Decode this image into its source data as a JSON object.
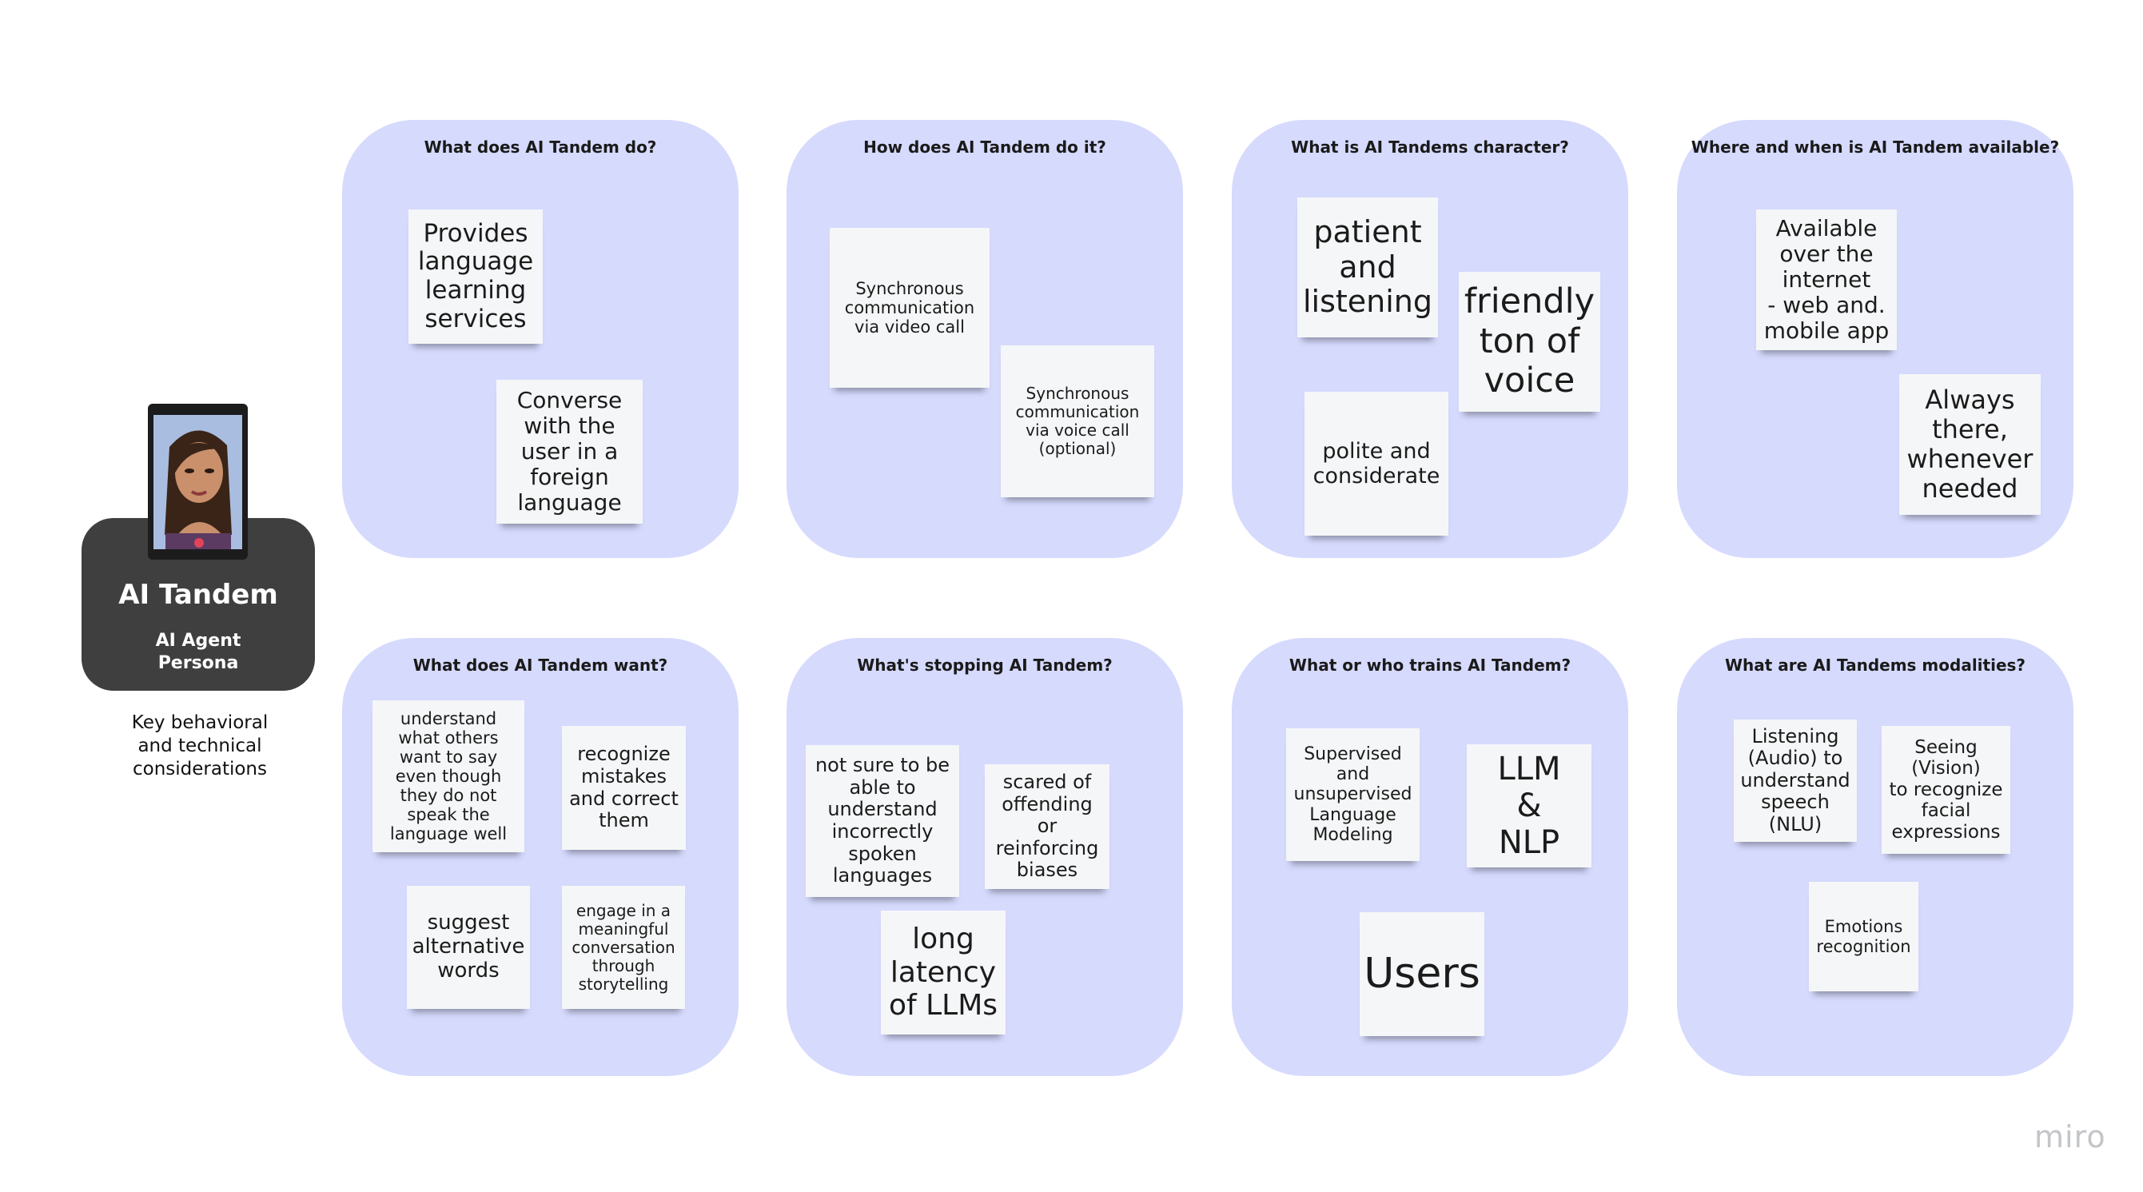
{
  "persona": {
    "name": "AI Tandem",
    "role": "AI Agent\nPersona",
    "note": "Key behavioral\nand technical\nconsiderations"
  },
  "sections": [
    {
      "title": "What does AI Tandem do?",
      "notes": [
        "Provides\nlanguage\nlearning\nservices",
        "Converse\nwith the\nuser in a\nforeign\nlanguage"
      ]
    },
    {
      "title": "How does AI Tandem do it?",
      "notes": [
        "Synchronous\ncommunication\nvia video call",
        "Synchronous\ncommunication\nvia voice call\n(optional)"
      ]
    },
    {
      "title": "What is AI Tandems character?",
      "notes": [
        "patient\nand\nlistening",
        "friendly\nton of\nvoice",
        "polite and\nconsiderate"
      ]
    },
    {
      "title": "Where  and when is AI Tandem available?",
      "notes": [
        "Available\nover the\ninternet\n- web and.\nmobile app",
        "Always\nthere,\nwhenever\nneeded"
      ]
    },
    {
      "title": "What does AI Tandem want?",
      "notes": [
        "understand\nwhat others\nwant to say\neven though\nthey do not\nspeak the\nlanguage well",
        "recognize\nmistakes\nand correct\nthem",
        "suggest\nalternative\nwords",
        "engage in a\nmeaningful\nconversation\nthrough\nstorytelling"
      ]
    },
    {
      "title": "What's stopping AI Tandem?",
      "notes": [
        "not sure to be\nable to\nunderstand\nincorrectly\nspoken\nlanguages",
        "scared of\noffending\nor\nreinforcing\nbiases",
        "long\nlatency\nof LLMs"
      ]
    },
    {
      "title": "What or who trains AI Tandem?",
      "notes": [
        "Supervised\nand\nunsupervised\nLanguage\nModeling",
        "LLM\n&\nNLP",
        "Users"
      ]
    },
    {
      "title": "What are AI Tandems modalities?",
      "notes": [
        "Listening\n(Audio) to\nunderstand\nspeech\n(NLU)",
        "Seeing\n(Vision)\nto recognize\nfacial\nexpressions",
        "Emotions\nrecognition"
      ]
    }
  ],
  "brand": "miro",
  "colors": {
    "section_bg": "#d6dafd",
    "sticky_bg": "#f5f6f7",
    "persona_card": "#3f3f3f"
  }
}
